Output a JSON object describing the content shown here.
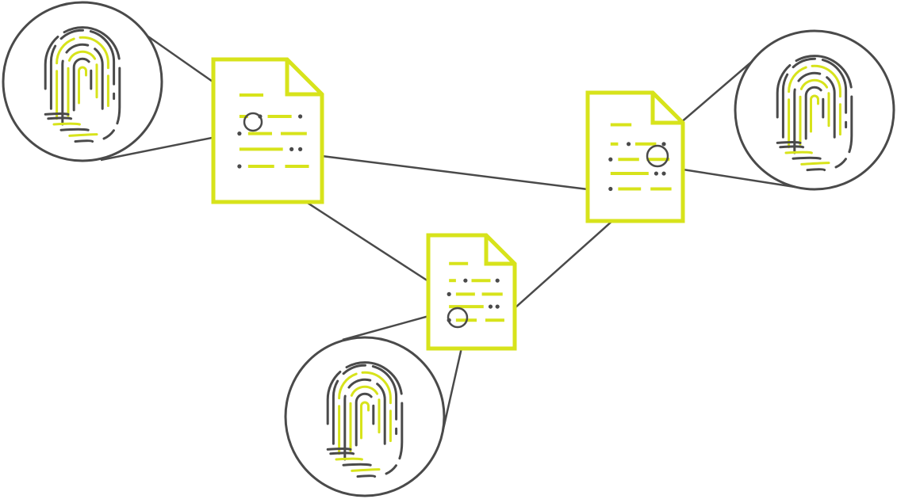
{
  "colors": {
    "accent": "#d7e31b",
    "stroke": "#4a4a4a",
    "background": "#ffffff"
  },
  "documents": [
    {
      "id": "doc-1",
      "icon": "document-icon"
    },
    {
      "id": "doc-2",
      "icon": "document-icon"
    },
    {
      "id": "doc-3",
      "icon": "document-icon"
    }
  ],
  "magnifiers": [
    {
      "id": "magnifier-1",
      "icon": "fingerprint-icon",
      "document": "doc-1"
    },
    {
      "id": "magnifier-2",
      "icon": "fingerprint-icon",
      "document": "doc-2"
    },
    {
      "id": "magnifier-3",
      "icon": "fingerprint-icon",
      "document": "doc-3"
    }
  ],
  "connections": [
    [
      "doc-1",
      "doc-2"
    ],
    [
      "doc-1",
      "doc-3"
    ],
    [
      "doc-3",
      "doc-2"
    ]
  ]
}
